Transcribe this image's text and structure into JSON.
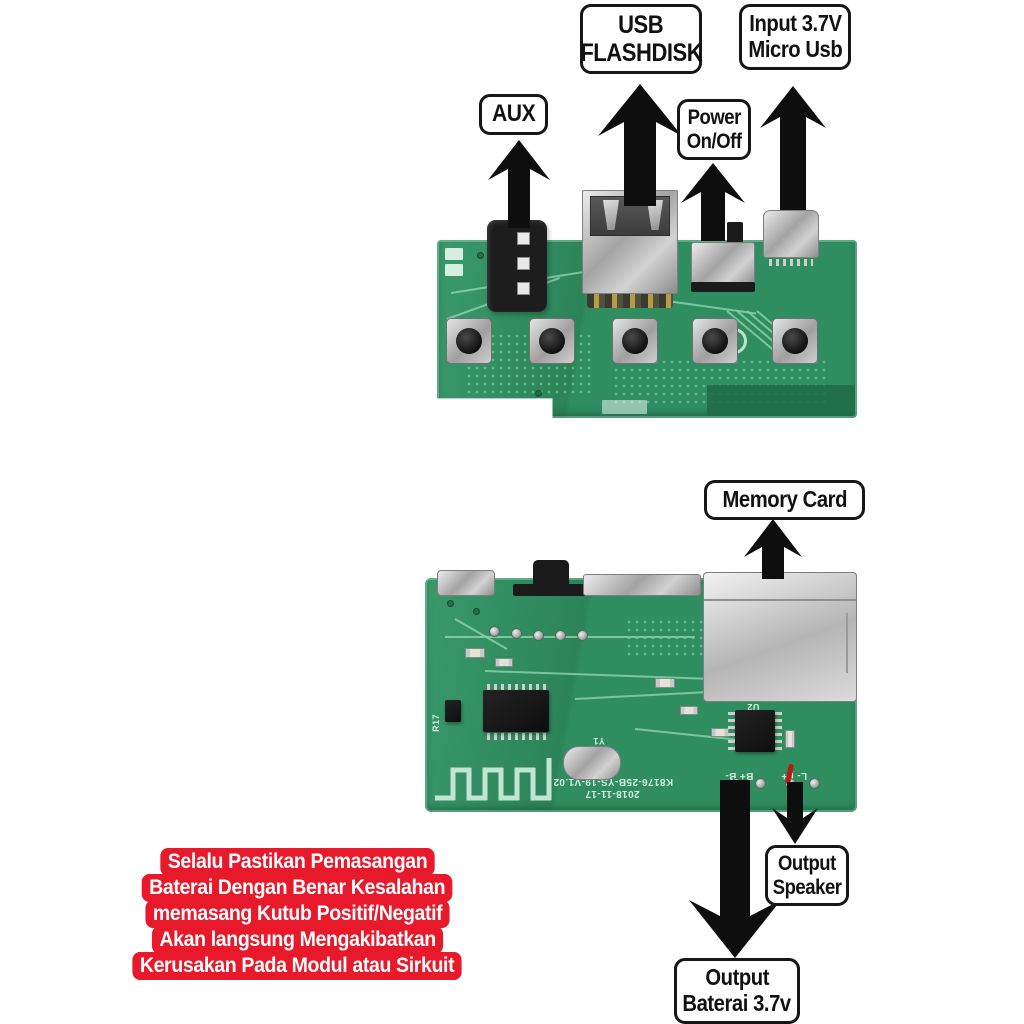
{
  "callouts": {
    "aux": {
      "text": "AUX"
    },
    "usb_flashdisk": {
      "line1": "USB",
      "line2": "FLASHDISK"
    },
    "power_switch": {
      "line1": "Power",
      "line2": "On/Off"
    },
    "input_power": {
      "line1": "Input 3.7V",
      "line2": "Micro Usb"
    },
    "memory_card": {
      "text": "Memory Card"
    },
    "output_speaker": {
      "line1": "Output",
      "line2": "Speaker"
    },
    "output_battery": {
      "line1": "Output",
      "line2": "Baterai 3.7v"
    }
  },
  "warning": {
    "bg_color": "#e7192b",
    "text_color": "#ffffff",
    "lines": [
      "Selalu Pastikan Pemasangan",
      "Baterai Dengan Benar Kesalahan",
      "memasang Kutub Positif/Negatif",
      "Akan langsung Mengakibatkan",
      "Kerusakan Pada Modul atau Sirkuit"
    ]
  },
  "pcb_back": {
    "silkscreen_model": "K8176-25B-YS-19-V1.02",
    "silkscreen_date": "2018-11-17",
    "pad_labels": {
      "battery": "B+  B-",
      "speaker": "L-  L+"
    },
    "component_refs": {
      "crystal": "Y1",
      "amp_ic": "U2",
      "resistor": "R17"
    }
  },
  "colors": {
    "board_green": "#2f8d60",
    "arrow_black": "#0e0e0e",
    "label_border": "#161616"
  }
}
